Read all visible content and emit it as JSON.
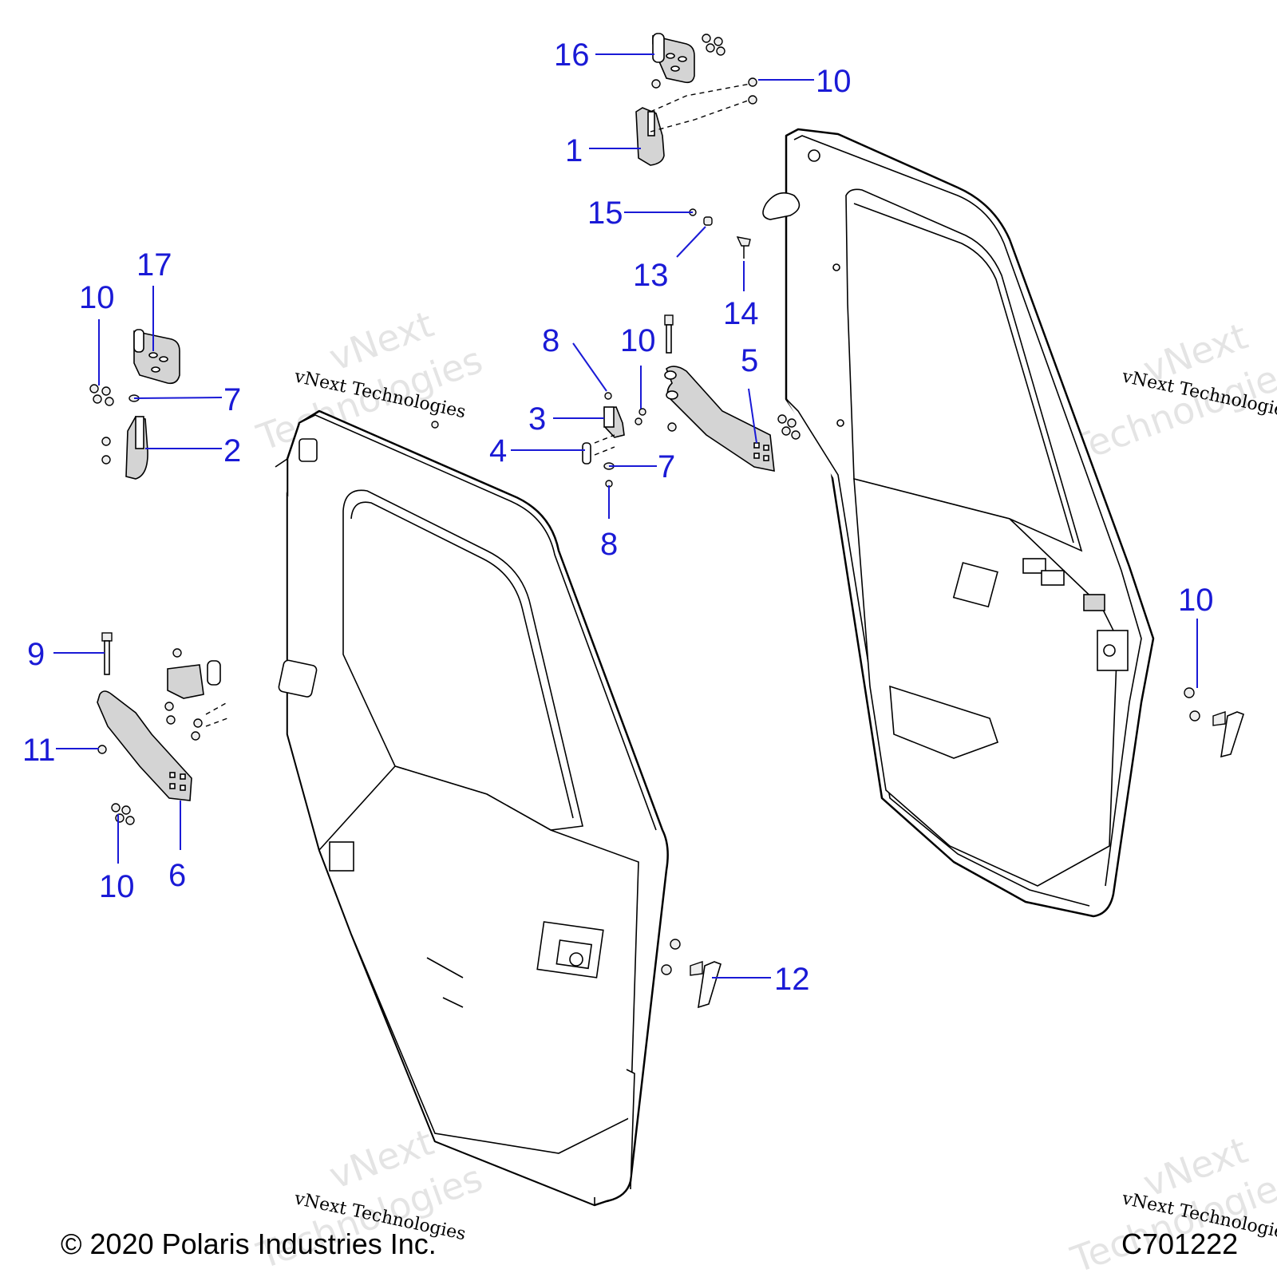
{
  "watermark": {
    "line1": "vNext",
    "line2": "Technologies",
    "caption": "vNext Technologies"
  },
  "footer": {
    "copyright": "© 2020 Polaris Industries Inc.",
    "drawing_id": "C701222"
  },
  "callouts": {
    "c1": "1",
    "c2": "2",
    "c3": "3",
    "c4": "4",
    "c5": "5",
    "c6": "6",
    "c7a": "7",
    "c7b": "7",
    "c8a": "8",
    "c8b": "8",
    "c9": "9",
    "c10a": "10",
    "c10b": "10",
    "c10c": "10",
    "c10d": "10",
    "c10e": "10",
    "c11": "11",
    "c12": "12",
    "c13": "13",
    "c14": "14",
    "c15": "15",
    "c16": "16",
    "c17": "17"
  }
}
